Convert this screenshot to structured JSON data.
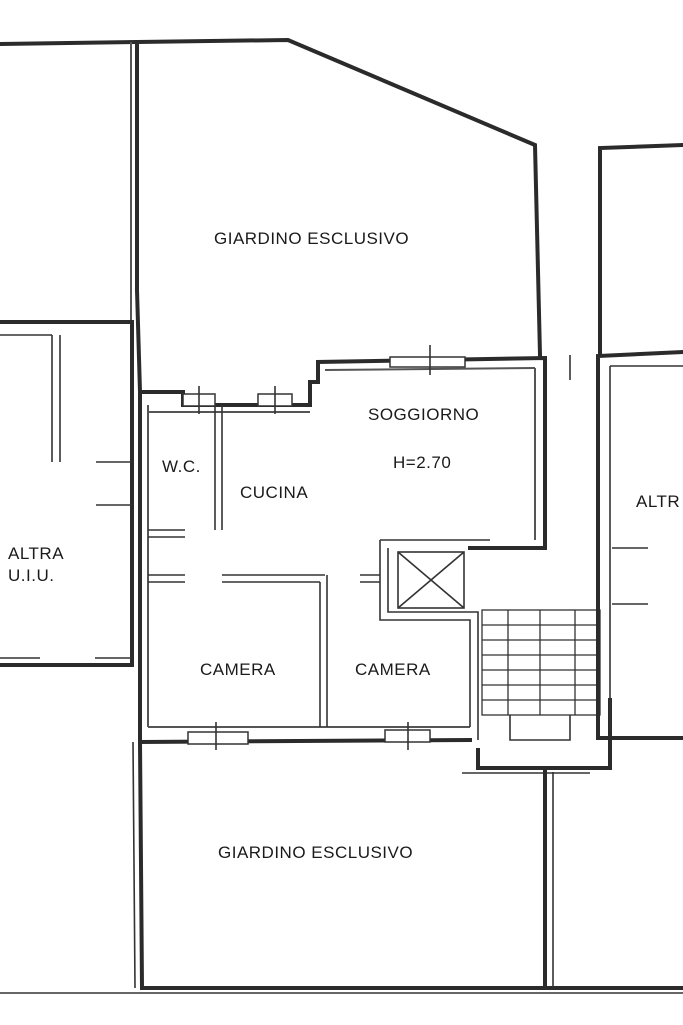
{
  "rooms": {
    "garden_top": "GIARDINO ESCLUSIVO",
    "soggiorno": "SOGGIORNO",
    "height": "H=2.70",
    "wc": "W.C.",
    "cucina": "CUCINA",
    "camera_left": "CAMERA",
    "camera_right": "CAMERA",
    "altra_line1": "ALTRA",
    "altra_line2": "U.I.U.",
    "altra_right": "ALTR",
    "garden_bottom": "GIARDINO ESCLUSIVO"
  }
}
